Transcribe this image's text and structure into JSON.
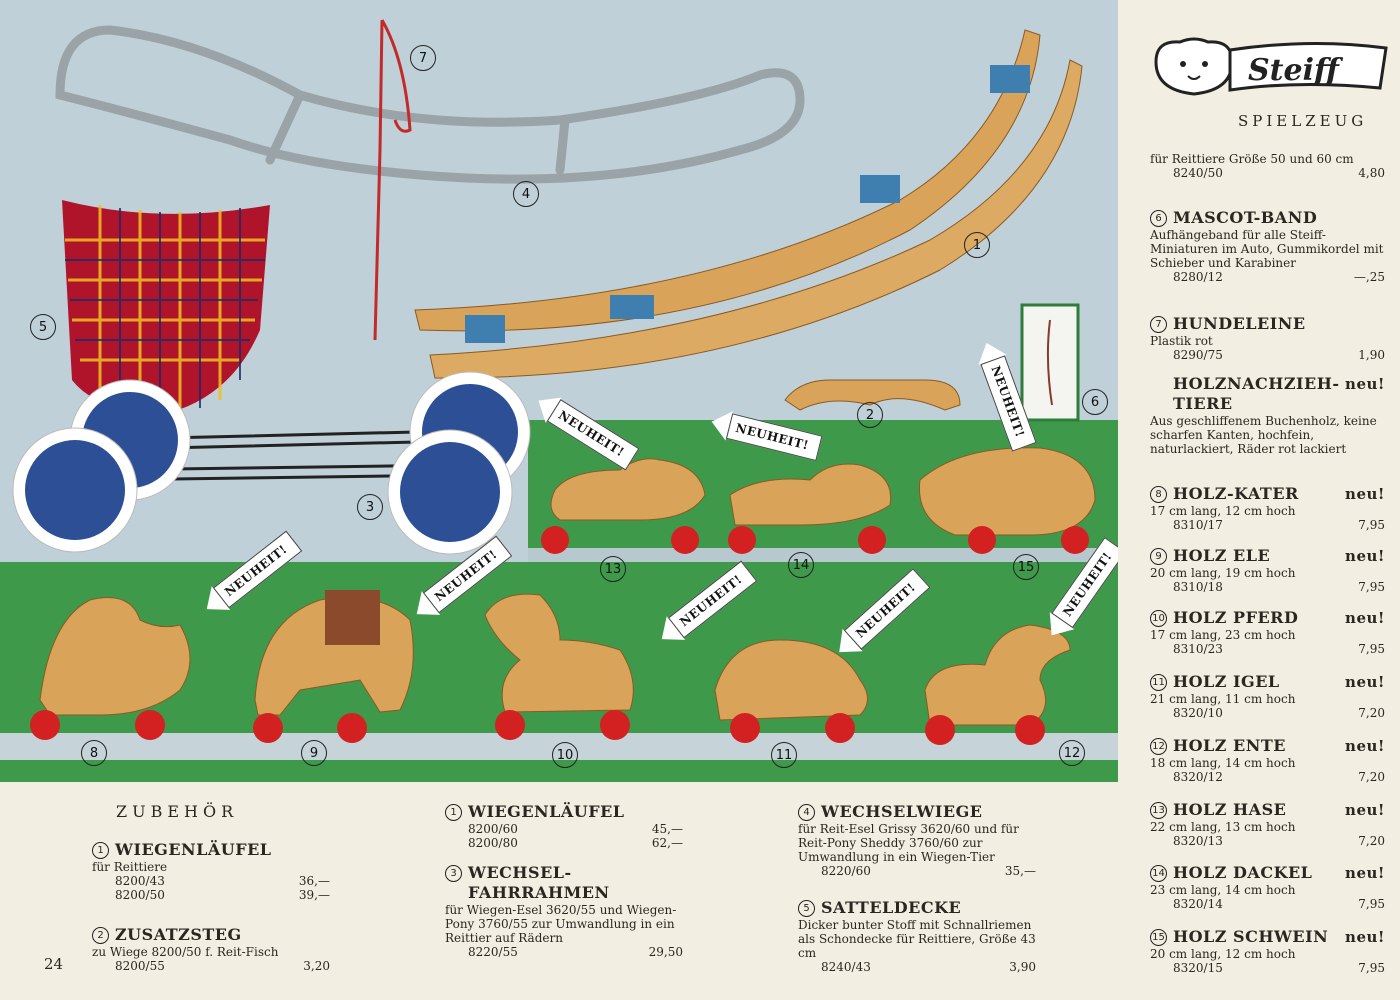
{
  "brand": {
    "logo_text": "Steiff",
    "subtitle": "SPIELZEUG"
  },
  "page_number": "24",
  "photo": {
    "markers": [
      "1",
      "2",
      "3",
      "4",
      "5",
      "6",
      "7",
      "8",
      "9",
      "10",
      "11",
      "12",
      "13",
      "14",
      "15"
    ],
    "new_badge": "NEUHEIT!"
  },
  "zubehoer": {
    "title": "ZUBEHÖR",
    "items": [
      {
        "num": "1",
        "name": "WIEGENLÄUFEL",
        "desc": "für Reittiere",
        "rows": [
          [
            "8200/43",
            "36,—"
          ],
          [
            "8200/50",
            "39,—"
          ]
        ]
      },
      {
        "num": "2",
        "name": "ZUSATZSTEG",
        "desc": "zu Wiege 8200/50 f. Reit-Fisch",
        "rows": [
          [
            "8200/55",
            "3,20"
          ]
        ]
      }
    ]
  },
  "col2": [
    {
      "num": "1",
      "name": "WIEGENLÄUFEL",
      "desc": "",
      "rows": [
        [
          "8200/60",
          "45,—"
        ],
        [
          "8200/80",
          "62,—"
        ]
      ]
    },
    {
      "num": "3",
      "name": "WECHSEL-",
      "name2": "FAHRRAHMEN",
      "desc": "für Wiegen-Esel 3620/55 und Wiegen-Pony 3760/55 zur Umwandlung in ein Reittier auf Rädern",
      "rows": [
        [
          "8220/55",
          "29,50"
        ]
      ]
    }
  ],
  "col3": [
    {
      "num": "4",
      "name": "WECHSELWIEGE",
      "desc": "für Reit-Esel Grissy 3620/60 und für Reit-Pony Sheddy 3760/60 zur Umwandlung in ein Wiegen-Tier",
      "rows": [
        [
          "8220/60",
          "35,—"
        ]
      ]
    },
    {
      "num": "5",
      "name": "SATTELDECKE",
      "desc": "Dicker bunter Stoff mit Schnallriemen als Schondecke für Reittiere, Größe 43 cm",
      "rows": [
        [
          "8240/43",
          "3,90"
        ]
      ]
    }
  ],
  "col4_intro": {
    "desc": "für Reittiere Größe 50 und 60 cm",
    "rows": [
      [
        "8240/50",
        "4,80"
      ]
    ]
  },
  "col4": [
    {
      "num": "6",
      "name": "MASCOT-BAND",
      "neu": "",
      "desc": "Aufhängeband für alle Steiff-Miniaturen im Auto, Gummikordel mit Schieber und Karabiner",
      "rows": [
        [
          "8280/12",
          "—,25"
        ]
      ]
    },
    {
      "num": "7",
      "name": "HUNDELEINE",
      "neu": "",
      "desc": "Plastik rot",
      "rows": [
        [
          "8290/75",
          "1,90"
        ]
      ]
    },
    {
      "num": "",
      "name": "HOLZNACHZIEH-",
      "name2": "TIERE",
      "neu": "neu!",
      "desc": "Aus geschliffenem Buchenholz, keine scharfen Kanten, hochfein, naturlackiert, Räder rot lackiert",
      "rows": []
    },
    {
      "num": "8",
      "name": "HOLZ-KATER",
      "neu": "neu!",
      "desc": "17 cm lang, 12 cm hoch",
      "rows": [
        [
          "8310/17",
          "7,95"
        ]
      ]
    },
    {
      "num": "9",
      "name": "HOLZ ELE",
      "neu": "neu!",
      "desc": "20 cm lang, 19 cm hoch",
      "rows": [
        [
          "8310/18",
          "7,95"
        ]
      ]
    },
    {
      "num": "10",
      "name": "HOLZ PFERD",
      "neu": "neu!",
      "desc": "17 cm lang, 23 cm hoch",
      "rows": [
        [
          "8310/23",
          "7,95"
        ]
      ]
    },
    {
      "num": "11",
      "name": "HOLZ IGEL",
      "neu": "neu!",
      "desc": "21 cm lang, 11 cm hoch",
      "rows": [
        [
          "8320/10",
          "7,20"
        ]
      ]
    },
    {
      "num": "12",
      "name": "HOLZ ENTE",
      "neu": "neu!",
      "desc": "18 cm lang, 14 cm hoch",
      "rows": [
        [
          "8320/12",
          "7,20"
        ]
      ]
    },
    {
      "num": "13",
      "name": "HOLZ HASE",
      "neu": "neu!",
      "desc": "22 cm lang, 13 cm hoch",
      "rows": [
        [
          "8320/13",
          "7,20"
        ]
      ]
    },
    {
      "num": "14",
      "name": "HOLZ DACKEL",
      "neu": "neu!",
      "desc": "23 cm lang, 14 cm hoch",
      "rows": [
        [
          "8320/14",
          "7,95"
        ]
      ]
    },
    {
      "num": "15",
      "name": "HOLZ SCHWEIN",
      "neu": "neu!",
      "desc": "20 cm lang, 12 cm hoch",
      "rows": [
        [
          "8320/15",
          "7,95"
        ]
      ]
    }
  ],
  "colors": {
    "shelf_green": "#3e9a4a",
    "wood": "#d9a35a",
    "wheel_red": "#d32020",
    "wheel_blue": "#2c4f96",
    "plaid_red": "#b0142a"
  }
}
